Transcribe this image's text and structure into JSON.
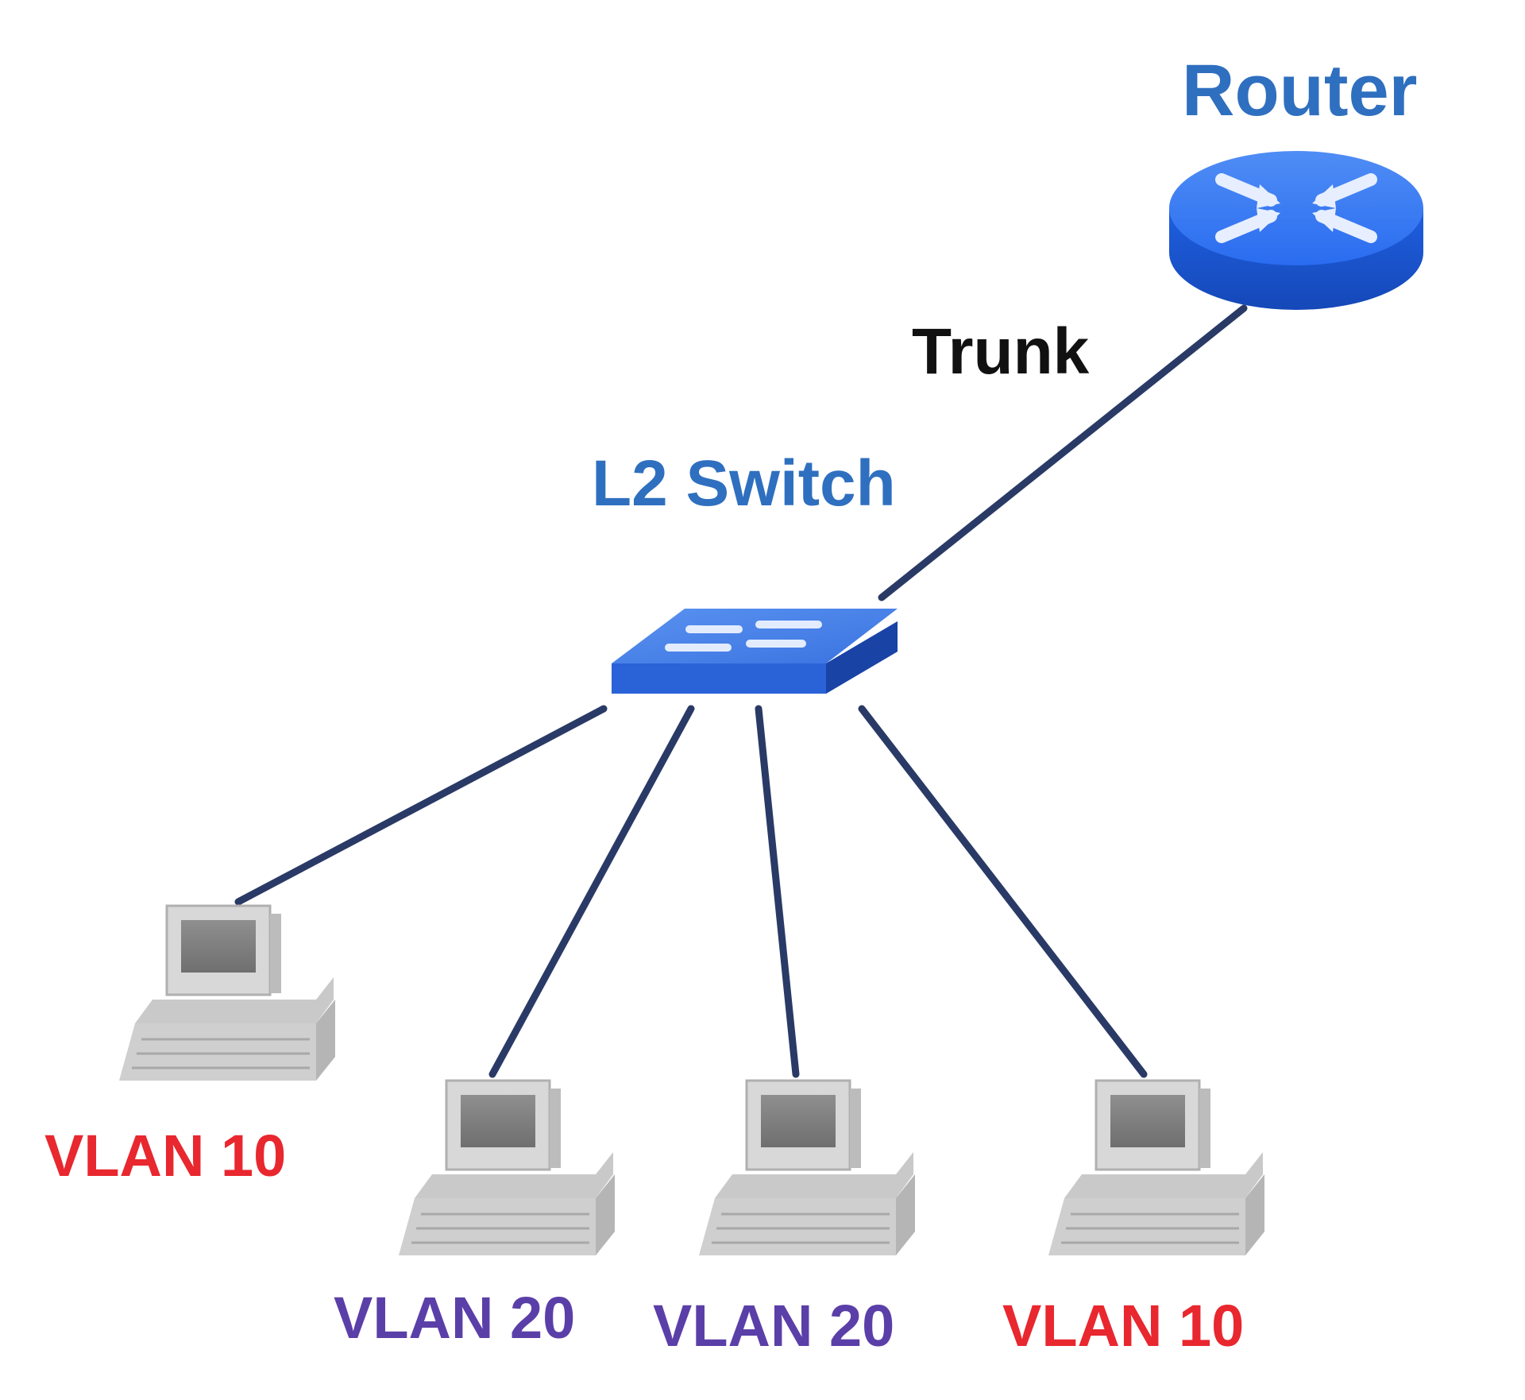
{
  "colors": {
    "background": "#ffffff",
    "device_label": "#2f6fbf",
    "trunk_label": "#111111",
    "link_line": "#2a3a66",
    "router_body": "#1f5fe0",
    "switch_body": "#2a63d8",
    "pc_body": "#c8c8c8",
    "vlan_10": "#e8272f",
    "vlan_20": "#5b3fa8"
  },
  "router": {
    "label": "Router",
    "icon": "router-icon"
  },
  "trunk": {
    "label": "Trunk"
  },
  "switch": {
    "label": "L2 Switch",
    "icon": "switch-icon"
  },
  "hosts": [
    {
      "label": "VLAN 10",
      "vlan": 10,
      "icon": "pc-icon"
    },
    {
      "label": "VLAN 20",
      "vlan": 20,
      "icon": "pc-icon"
    },
    {
      "label": "VLAN 20",
      "vlan": 20,
      "icon": "pc-icon"
    },
    {
      "label": "VLAN 10",
      "vlan": 10,
      "icon": "pc-icon"
    }
  ]
}
